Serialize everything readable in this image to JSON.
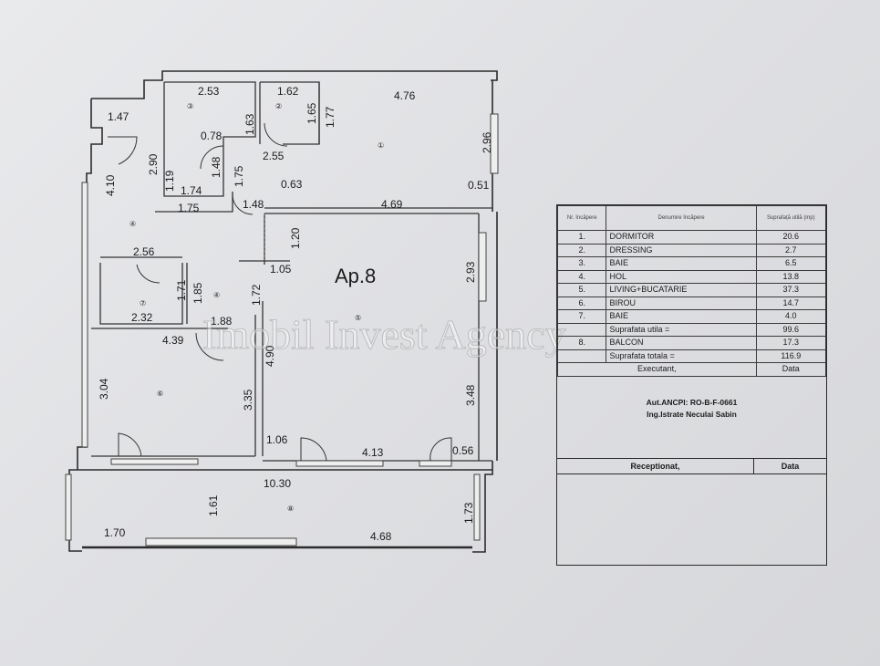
{
  "plan": {
    "apartment_label": "Ap.8",
    "watermark": "Imobil Invest Agency",
    "dimensions": {
      "d_253": "2.53",
      "d_162": "1.62",
      "d_476": "4.76",
      "d_147": "1.47",
      "d_163": "1.63",
      "d_165": "1.65",
      "d_177": "1.77",
      "d_290": "2.90",
      "d_078": "0.78",
      "d_255": "2.55",
      "d_296": "2.96",
      "d_410": "4.10",
      "d_119": "1.19",
      "d_148a": "1.48",
      "d_175v": "1.75",
      "d_174": "1.74",
      "d_063": "0.63",
      "d_051": "0.51",
      "d_175": "1.75",
      "d_148b": "1.48",
      "d_469": "4.69",
      "d_120": "1.20",
      "d_256": "2.56",
      "d_105": "1.05",
      "d_293": "2.93",
      "d_171": "1.71",
      "d_185": "1.85",
      "d_172": "1.72",
      "d_232": "2.32",
      "d_188": "1.88",
      "d_439": "4.39",
      "d_490": "4.90",
      "d_304": "3.04",
      "d_335": "3.35",
      "d_348": "3.48",
      "d_106": "1.06",
      "d_413": "4.13",
      "d_056": "0.56",
      "d_1030": "10.30",
      "d_161": "1.61",
      "d_173": "1.73",
      "d_170": "1.70",
      "d_468": "4.68"
    },
    "room_markers": {
      "r1": "①",
      "r2": "②",
      "r3": "③",
      "r4a": "④",
      "r4b": "④",
      "r5": "⑤",
      "r6": "⑥",
      "r7": "⑦",
      "r8": "⑧"
    }
  },
  "legend": {
    "header": {
      "nr": "Nr. încăpere",
      "name": "Denumire încăpere",
      "area": "Suprafață utilă (mp)"
    },
    "rows": [
      {
        "nr": "1.",
        "name": "DORMITOR",
        "area": "20.6"
      },
      {
        "nr": "2.",
        "name": "DRESSING",
        "area": "2.7"
      },
      {
        "nr": "3.",
        "name": "BAIE",
        "area": "6.5"
      },
      {
        "nr": "4.",
        "name": "HOL",
        "area": "13.8"
      },
      {
        "nr": "5.",
        "name": "LIVING+BUCATARIE",
        "area": "37.3"
      },
      {
        "nr": "6.",
        "name": "BIROU",
        "area": "14.7"
      },
      {
        "nr": "7.",
        "name": "BAIE",
        "area": "4.0"
      }
    ],
    "useful_label": "Suprafata utila =",
    "useful_value": "99.6",
    "balcony": {
      "nr": "8.",
      "name": "BALCON",
      "area": "17.3"
    },
    "total_label": "Suprafata totala =",
    "total_value": "116.9",
    "executant_label": "Executant,",
    "executant_date": "Data",
    "authorization": "Aut.ANCPI: RO-B-F-0661",
    "engineer": "Ing.Istrate Neculai Sabin",
    "received_label": "Receptionat,",
    "received_date": "Data"
  }
}
